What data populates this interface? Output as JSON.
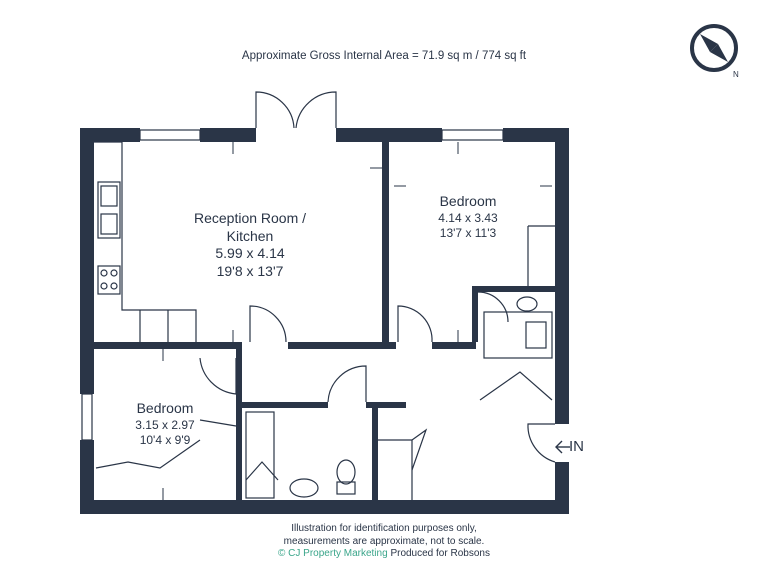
{
  "header": {
    "area_text": "Approximate Gross Internal Area = 71.9 sq m / 774 sq ft"
  },
  "compass": {
    "letter": "N",
    "icon": "north-compass-icon"
  },
  "rooms": {
    "reception": {
      "name_line1": "Reception Room /",
      "name_line2": "Kitchen",
      "metric": "5.99 x 4.14",
      "imperial": "19'8 x 13'7"
    },
    "bedroom1": {
      "name": "Bedroom",
      "metric": "4.14 x 3.43",
      "imperial": "13'7 x 11'3"
    },
    "bedroom2": {
      "name": "Bedroom",
      "metric": "3.15 x 2.97",
      "imperial": "10'4 x 9'9"
    }
  },
  "entrance": {
    "label": "IN",
    "icon": "arrow-left-icon"
  },
  "footer": {
    "line1": "Illustration for identification purposes only,",
    "line2": "measurements are approximate, not to scale.",
    "brand": "© CJ Property Marketing",
    "produced": "Produced for Robsons"
  },
  "colors": {
    "wall": "#2a3547",
    "brand": "#3aa58a",
    "text": "#2a3547"
  }
}
